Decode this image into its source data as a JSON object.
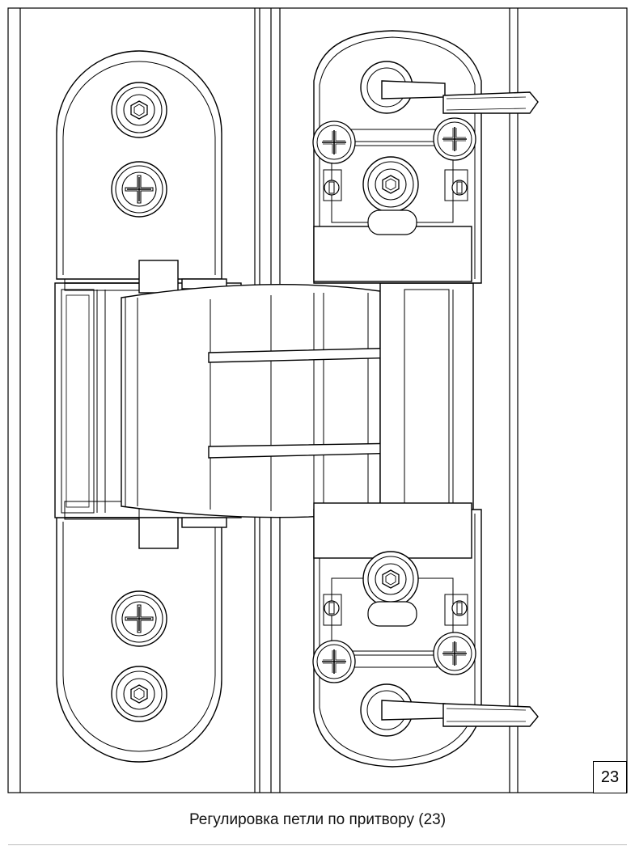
{
  "figure": {
    "number": "23",
    "caption": "Регулировка петли по притвору (23)"
  },
  "icons": {
    "drawing": "concealed-door-hinge-line-drawing",
    "phillips_screw": "phillips-screw-icon",
    "hex_screw": "hex-socket-screw-icon",
    "adjust_lever": "adjustment-lever-icon"
  }
}
